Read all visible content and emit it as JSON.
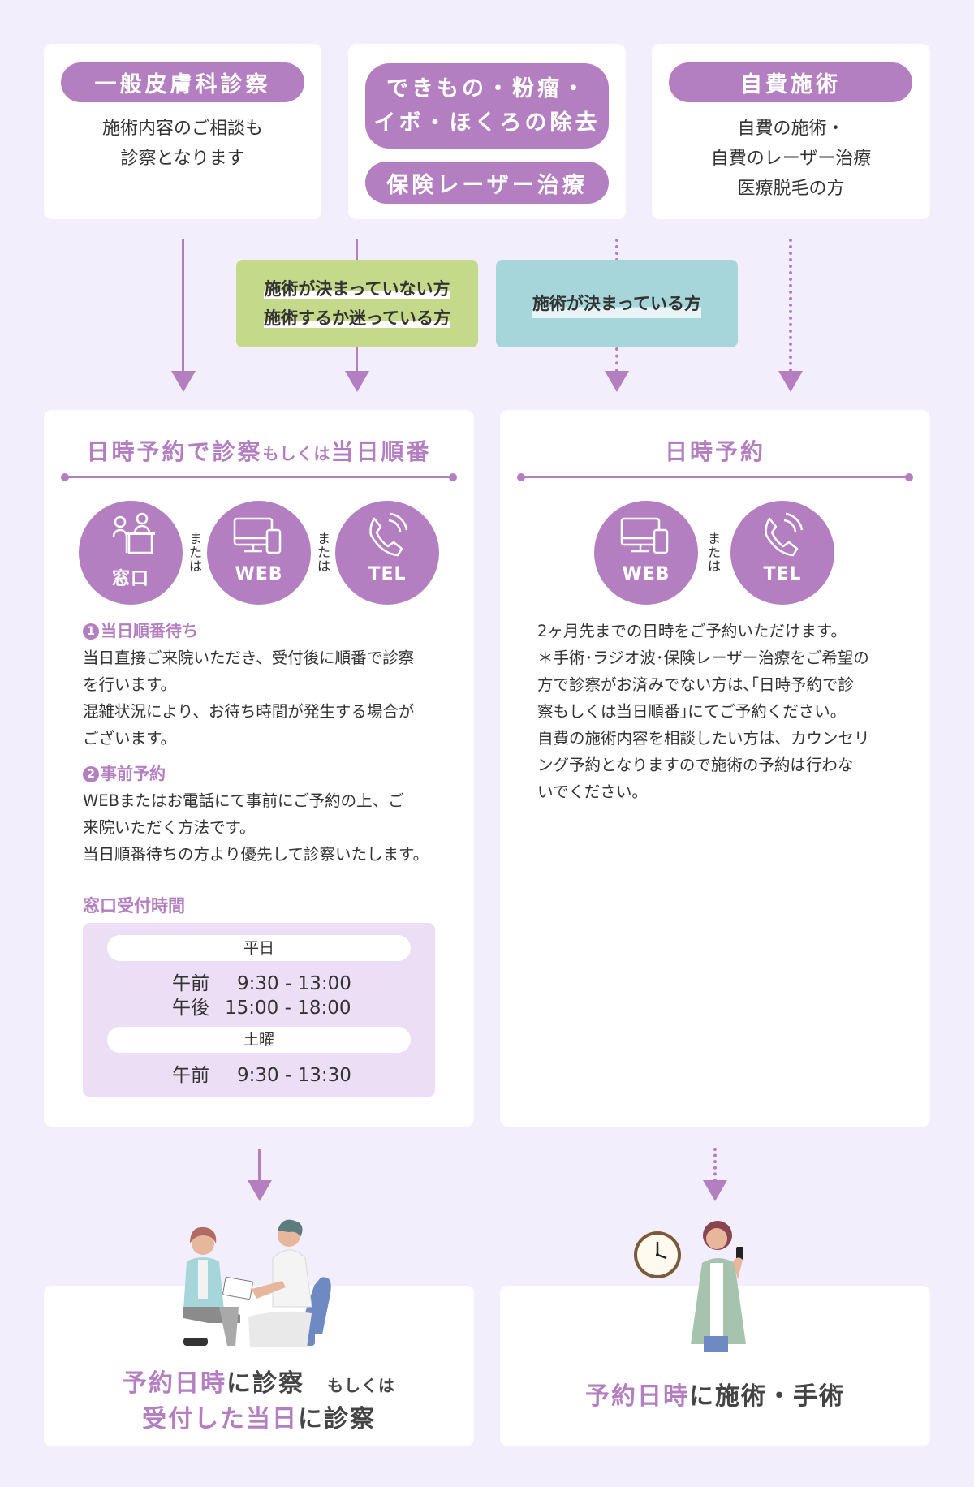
{
  "colors": {
    "accent": "#b47fc1",
    "background": "#f3eefb",
    "green_label": "#c4d98a",
    "blue_label": "#a6d5da",
    "hours_bg": "#ecdff5"
  },
  "top_cards": {
    "general": {
      "title": "一般皮膚科診察",
      "lines": [
        "施術内容のご相談も",
        "診察となります"
      ]
    },
    "lumps": {
      "title_line1": "できもの・粉瘤・",
      "title_line2": "イボ・ほくろの除去",
      "title2": "保険レーザー治療"
    },
    "self_pay": {
      "title": "自費施術",
      "lines": [
        "自費の施術・",
        "自費のレーザー治療",
        "医療脱毛の方"
      ]
    }
  },
  "labels": {
    "undecided_line1": "施術が決まっていない方",
    "undecided_line2": "施術するか迷っている方",
    "decided": "施術が決まっている方"
  },
  "left": {
    "title_main": "日時予約で診察",
    "title_small": "もしくは",
    "title_end": "当日順番",
    "methods": [
      "窓口",
      "WEB",
      "TEL"
    ],
    "or_text": "または",
    "sec1_num": "1",
    "sec1_head": "当日順番待ち",
    "sec1_lines": [
      "当日直接ご来院いただき、受付後に順番で診察",
      "を行います。",
      "混雑状況により、お待ち時間が発生する場合が",
      "ございます。"
    ],
    "sec2_num": "2",
    "sec2_head": "事前予約",
    "sec2_lines": [
      "WEBまたはお電話にて事前にご予約の上、ご",
      "来院いただく方法です。",
      "当日順番待ちの方より優先して診察いたします。"
    ],
    "hours_title": "窓口受付時間",
    "weekday_label": "平日",
    "am_label": "午前",
    "pm_label": "午後",
    "weekday_am": "9:30 - 13:00",
    "weekday_pm": "15:00 - 18:00",
    "saturday_label": "土曜",
    "saturday_am_label": "午前",
    "saturday_am": "9:30 - 13:30"
  },
  "right": {
    "title": "日時予約",
    "methods": [
      "WEB",
      "TEL"
    ],
    "or_text": "または",
    "lines": [
      "2ヶ月先までの日時をご予約いただけます。",
      "＊手術･ラジオ波･保険レーザー治療をご希望の",
      "方で診察がお済みでない方は､｢日時予約で診",
      "察もしくは当日順番｣にてご予約ください。",
      "自費の施術内容を相談したい方は、カウンセリ",
      "ング予約となりますので施術の予約は行わな",
      "いでください。"
    ]
  },
  "bottom": {
    "left_l1_a": "予約日時",
    "left_l1_b": "に診察",
    "left_l1_c": "もしくは",
    "left_l2_a": "受付した当日",
    "left_l2_b": "に診察",
    "right_a": "予約日時",
    "right_b": "に施術・手術"
  }
}
